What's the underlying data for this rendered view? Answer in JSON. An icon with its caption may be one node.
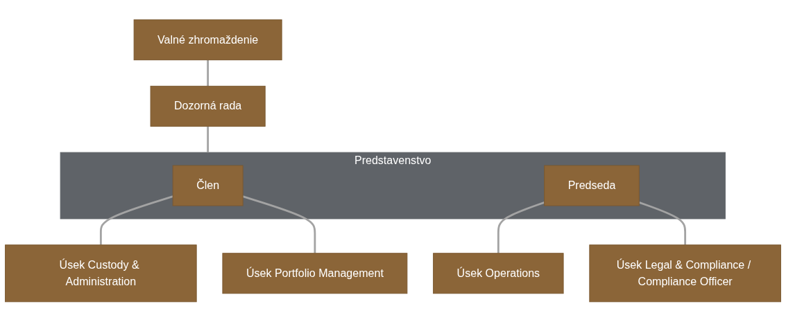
{
  "diagram": {
    "nodes": [
      {
        "text": [
          "Valné zhromaždenie"
        ]
      },
      {
        "text": [
          "Dozorná rada"
        ]
      },
      {
        "text": [
          "Predstavenstvo"
        ]
      },
      {
        "text": [
          "Člen"
        ],
        "in": 2
      },
      {
        "text": [
          "Predseda"
        ],
        "in": 2
      },
      {
        "text": [
          "Úsek Custody & Administration"
        ]
      },
      {
        "text": [
          "Úsek Portfolio Management"
        ]
      },
      {
        "text": [
          "Úsek Operations"
        ]
      },
      {
        "text": [
          "Úsek Legal & Compliance / Compliance Officer"
        ]
      }
    ],
    "edges": [
      {
        "from": 0,
        "to": 1,
        "arrow": "none"
      },
      {
        "from": 1,
        "to": 2,
        "arrow": "none"
      },
      {
        "from": 3,
        "to": 5,
        "arrow": "none"
      },
      {
        "from": 3,
        "to": 6,
        "arrow": "none"
      },
      {
        "from": 4,
        "to": 7,
        "arrow": "none"
      },
      {
        "from": 4,
        "to": 8,
        "arrow": "none"
      }
    ]
  }
}
